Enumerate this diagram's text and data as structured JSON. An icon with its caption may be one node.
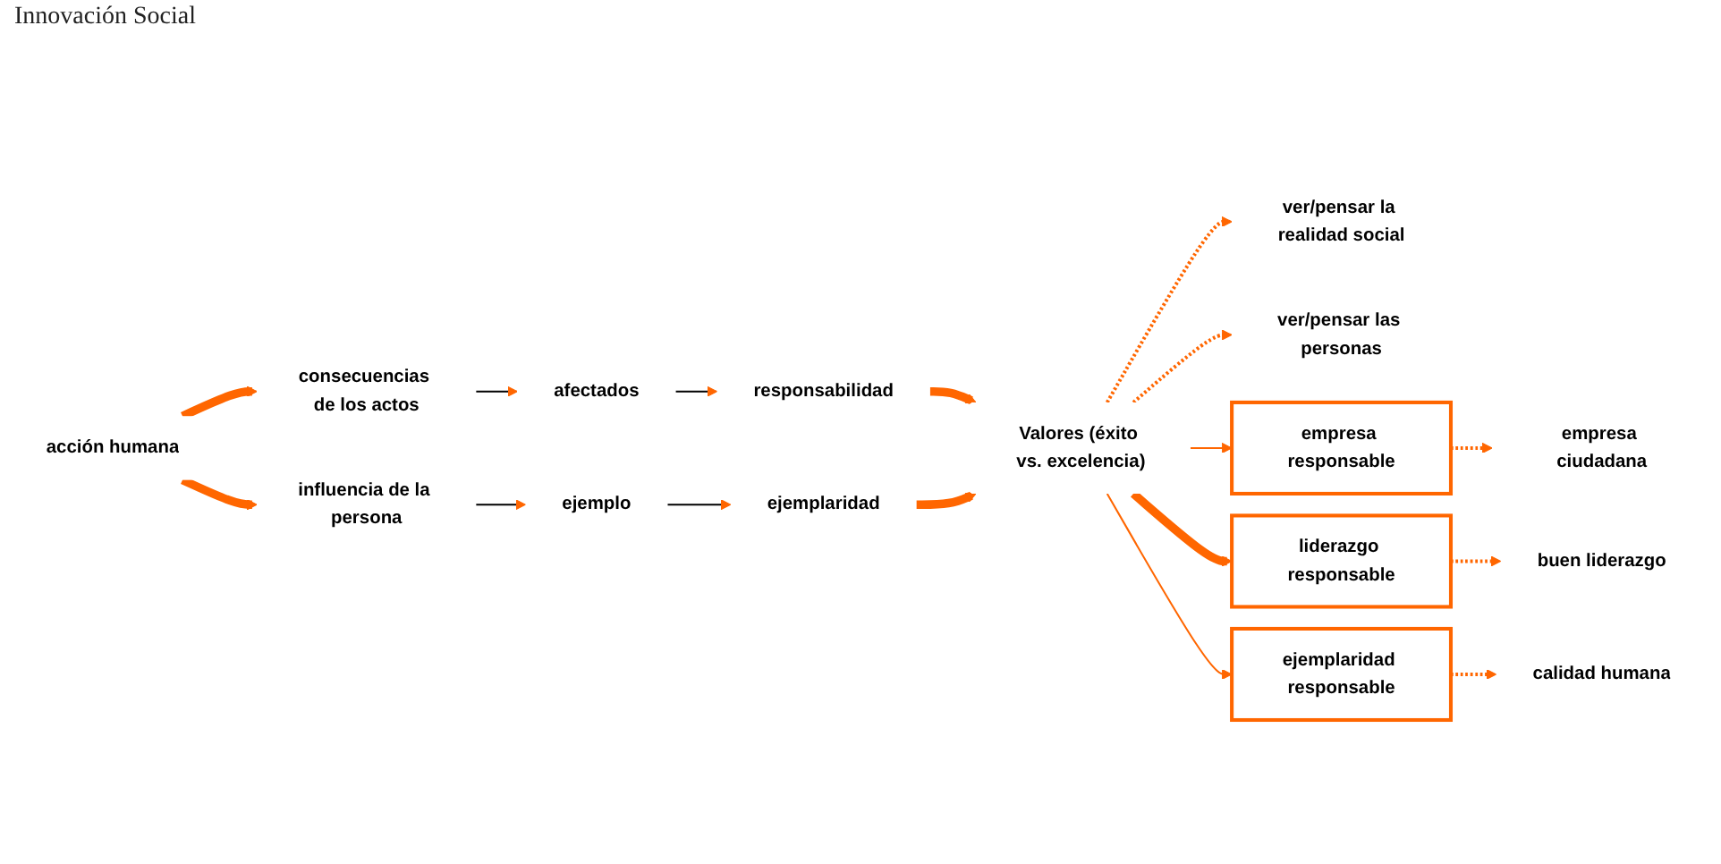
{
  "diagram": {
    "title": "Innovación Social",
    "nodes": [
      {
        "text": [
          "acción humana"
        ]
      },
      {
        "text": [
          "consecuencias de los actos"
        ]
      },
      {
        "text": [
          "afectados"
        ]
      },
      {
        "text": [
          "responsabilidad"
        ]
      },
      {
        "text": [
          "influencia de la persona"
        ]
      },
      {
        "text": [
          "ejemplo"
        ]
      },
      {
        "text": [
          "ejemplaridad"
        ]
      },
      {
        "text": [
          "Valores (éxito vs. excelencia)"
        ]
      },
      {
        "text": [
          "ver/pensar la realidad social"
        ]
      },
      {
        "text": [
          "ver/pensar las personas"
        ]
      },
      {
        "text": [
          "empresa responsable"
        ]
      },
      {
        "text": [
          "liderazgo responsable"
        ]
      },
      {
        "text": [
          "ejemplaridad responsable"
        ]
      },
      {
        "text": [
          "empresa ciudadana"
        ]
      },
      {
        "text": [
          "buen liderazgo"
        ]
      },
      {
        "text": [
          "calidad humana"
        ]
      }
    ],
    "edges": [
      {
        "from": 0,
        "to": 1,
        "arrow": "to",
        "style": "thick"
      },
      {
        "from": 0,
        "to": 4,
        "arrow": "to",
        "style": "thick"
      },
      {
        "from": 1,
        "to": 2,
        "arrow": "to",
        "color": "#000000"
      },
      {
        "from": 2,
        "to": 3,
        "arrow": "to",
        "color": "#000000"
      },
      {
        "from": 4,
        "to": 5,
        "arrow": "to",
        "color": "#000000"
      },
      {
        "from": 5,
        "to": 6,
        "arrow": "to",
        "color": "#000000"
      },
      {
        "from": 3,
        "to": 7,
        "arrow": "to",
        "style": "thick"
      },
      {
        "from": 6,
        "to": 7,
        "arrow": "to",
        "style": "thick"
      },
      {
        "from": 7,
        "to": 8,
        "arrow": "to",
        "style": "dashed"
      },
      {
        "from": 7,
        "to": 9,
        "arrow": "to",
        "style": "dashed"
      },
      {
        "from": 7,
        "to": 10,
        "arrow": "to"
      },
      {
        "from": 7,
        "to": 11,
        "arrow": "to",
        "style": "thick"
      },
      {
        "from": 7,
        "to": 12,
        "arrow": "to"
      },
      {
        "from": 10,
        "to": 13,
        "arrow": "to",
        "style": "dashed"
      },
      {
        "from": 11,
        "to": 14,
        "arrow": "to",
        "style": "dashed"
      },
      {
        "from": 12,
        "to": 15,
        "arrow": "to",
        "style": "dashed"
      }
    ]
  }
}
